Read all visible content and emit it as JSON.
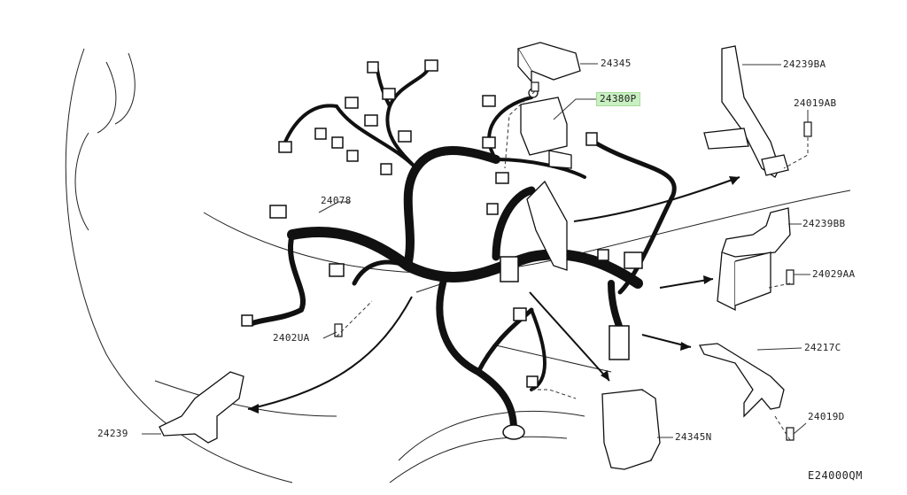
{
  "diagram_code": "E24000QM",
  "highlight_color": "#c9f0c2",
  "line_color": "#1a1a1a",
  "parts": [
    {
      "id": "p24345",
      "label": "24345",
      "highlighted": false
    },
    {
      "id": "p24380P",
      "label": "24380P",
      "highlighted": true
    },
    {
      "id": "p24239BA",
      "label": "24239BA",
      "highlighted": false
    },
    {
      "id": "p24019AB",
      "label": "24019AB",
      "highlighted": false
    },
    {
      "id": "p24078",
      "label": "24078",
      "highlighted": false
    },
    {
      "id": "p24239BB",
      "label": "24239BB",
      "highlighted": false
    },
    {
      "id": "p24029AA",
      "label": "24029AA",
      "highlighted": false
    },
    {
      "id": "p2402UA",
      "label": "2402UA",
      "highlighted": false
    },
    {
      "id": "p24217C",
      "label": "24217C",
      "highlighted": false
    },
    {
      "id": "p24239",
      "label": "24239",
      "highlighted": false
    },
    {
      "id": "p24019D",
      "label": "24019D",
      "highlighted": false
    },
    {
      "id": "p24345N",
      "label": "24345N",
      "highlighted": false
    }
  ]
}
